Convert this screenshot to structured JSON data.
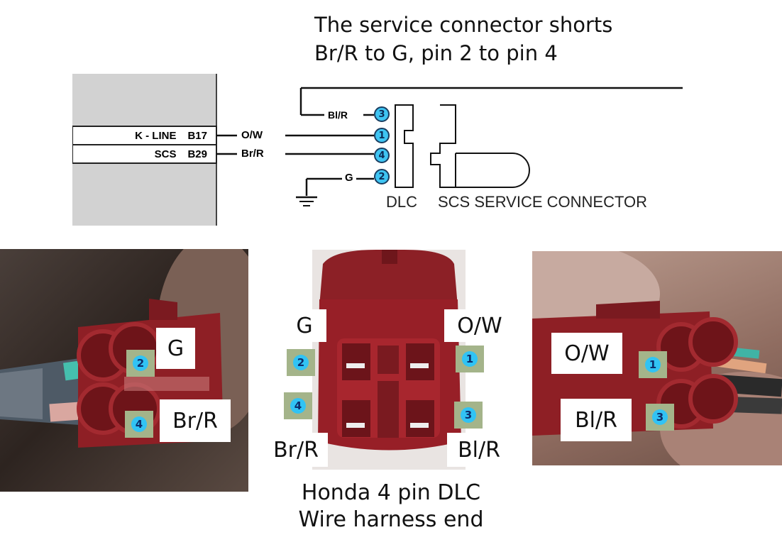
{
  "caption_top": {
    "line1": "The service connector shorts",
    "line2": "Br/R to G, pin 2 to pin 4"
  },
  "schematic": {
    "rows": [
      {
        "name": "K - LINE",
        "code": "B17",
        "wire": "O/W"
      },
      {
        "name": "SCS",
        "code": "B29",
        "wire": "Br/R"
      }
    ],
    "wire_blr": "Bl/R",
    "wire_g": "G",
    "dlc_label": "DLC",
    "scs_label": "SCS SERVICE CONNECTOR",
    "pins": [
      "3",
      "1",
      "4",
      "2"
    ]
  },
  "photo_left": {
    "labels": [
      "G",
      "Br/R"
    ],
    "pins": [
      "2",
      "4"
    ]
  },
  "photo_center": {
    "labels": [
      "G",
      "O/W",
      "Br/R",
      "Bl/R"
    ],
    "pins": [
      "2",
      "1",
      "4",
      "3"
    ]
  },
  "photo_right": {
    "labels": [
      "O/W",
      "Bl/R"
    ],
    "pins": [
      "1",
      "3"
    ]
  },
  "caption_bottom": {
    "line1": "Honda 4 pin DLC",
    "line2": "Wire harness end"
  },
  "colors": {
    "connector_red": "#8e1f25",
    "pin_blue": "#31c3f4",
    "schematic_bg": "#d2d2d2"
  }
}
